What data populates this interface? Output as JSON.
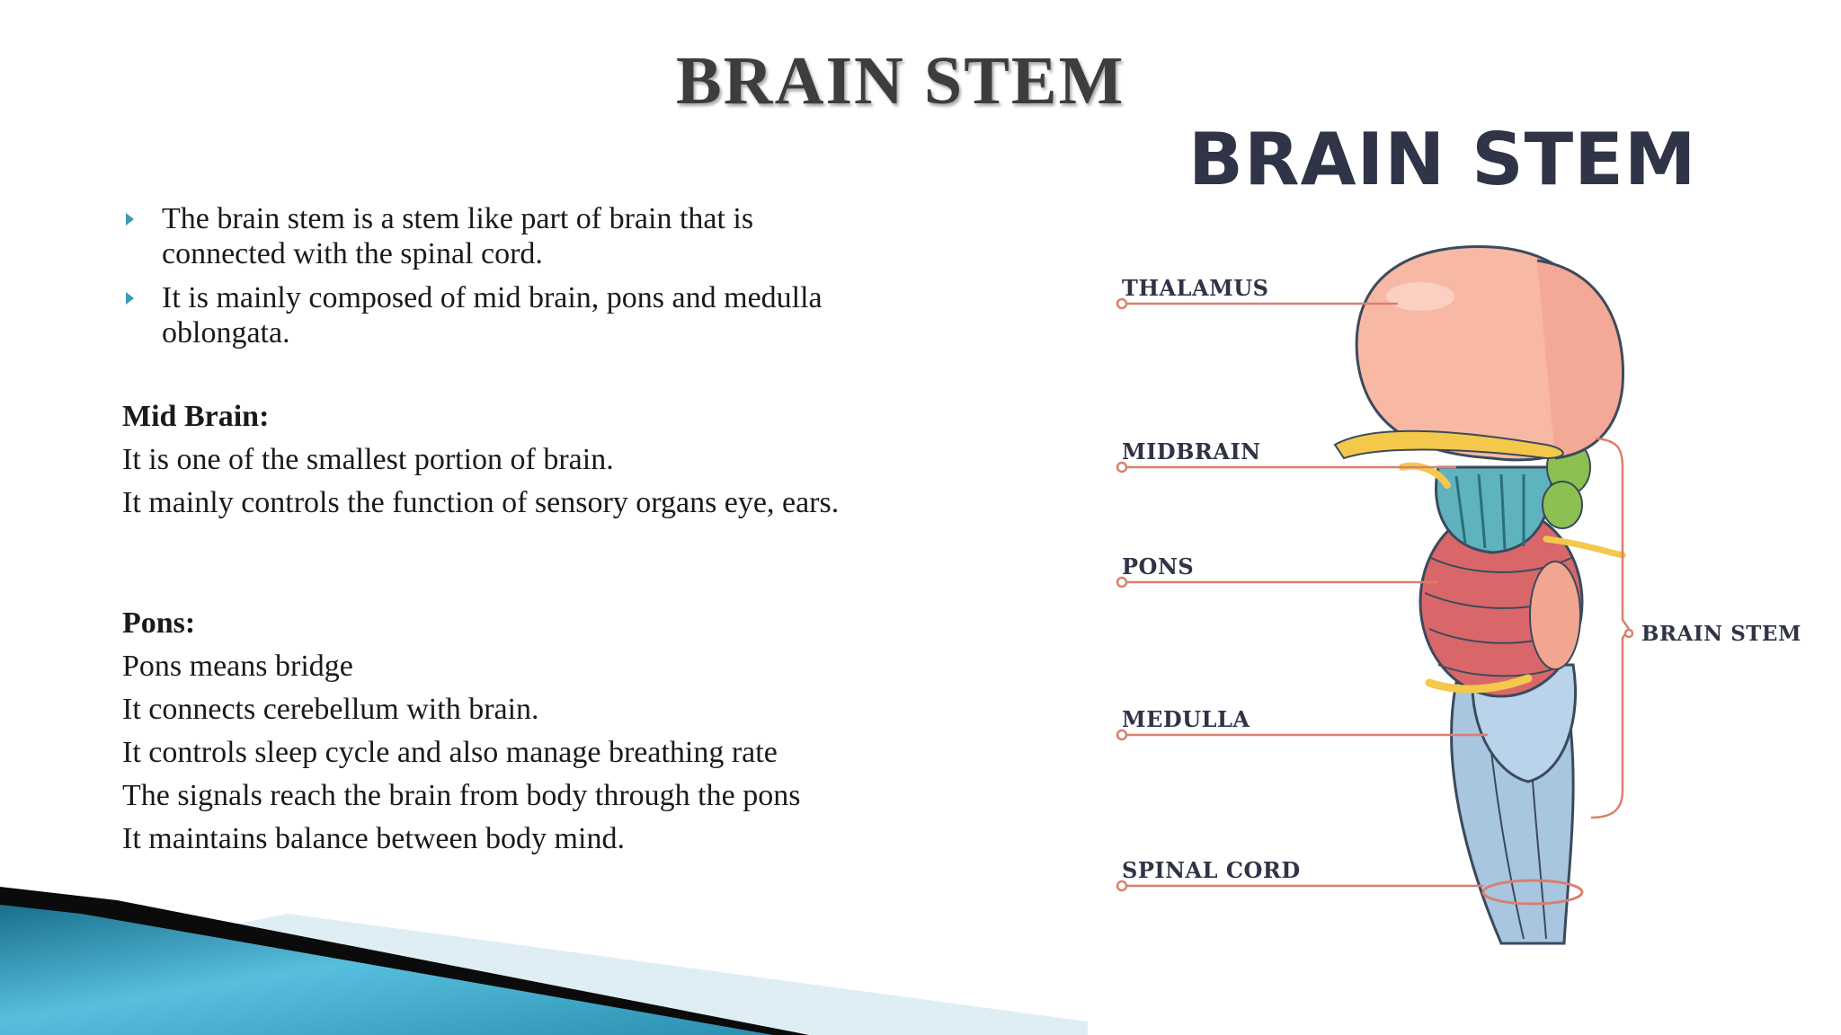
{
  "slide": {
    "title": "BRAIN STEM",
    "bullets": [
      "The brain stem is a stem like part of brain that is connected with the spinal cord.",
      "It is mainly composed of mid brain, pons and medulla oblongata."
    ],
    "mid_brain": {
      "heading": "Mid Brain:",
      "lines": [
        "It is one of the smallest portion of brain.",
        "It mainly controls the function of sensory organs eye, ears."
      ]
    },
    "pons": {
      "heading": "Pons:",
      "lines": [
        "Pons means bridge",
        "It connects cerebellum with brain.",
        "It controls sleep cycle and also manage breathing rate",
        "The signals reach the brain from body through the pons",
        "It maintains balance between body mind."
      ]
    }
  },
  "diagram": {
    "title": "BRAIN STEM",
    "labels": {
      "thalamus": "THALAMUS",
      "midbrain": "MIDBRAIN",
      "pons": "PONS",
      "medulla": "MEDULLA",
      "spinal_cord": "SPINAL CORD",
      "brain_stem": "BRAIN STEM"
    }
  },
  "colors": {
    "title_text": "#3d3d3d",
    "bullet_marker": "#3a9bb5",
    "diagram_text": "#2f3446",
    "leader_line": "#d9806e",
    "thalamus": "#f7b8a4",
    "midbrain": "#5fb3bf",
    "pons": "#d9676a",
    "cerebellar_green": "#8cc152",
    "spinal_cord": "#a9c6e0",
    "corner_teal": "#2a8fb0"
  }
}
